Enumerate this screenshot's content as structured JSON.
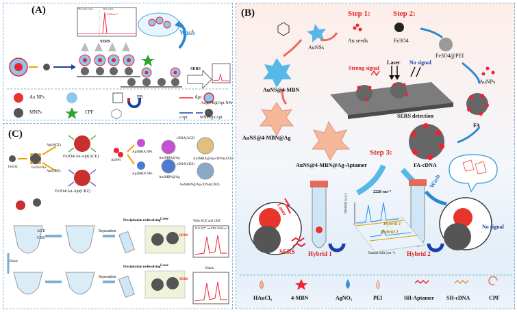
{
  "panels": {
    "a": {
      "label": "(A)",
      "spectrum_region_labels": [
        "Fingerprint region",
        "Silent region"
      ],
      "spectrum_peak": "2160cm⁻¹",
      "sers_1": "SERS",
      "sers_2": "SERS",
      "wash": "Wash",
      "legend": [
        "Au NPs",
        "PB",
        "Apt",
        "Au@PB@Apt NPs",
        "MNPs",
        "CPF",
        "cApt",
        "MNPs@cApt"
      ]
    },
    "b": {
      "label": "(B)",
      "step1": "Step 1:",
      "step2": "Step 2:",
      "step3": "Step 3:",
      "au_seeds": "Au seeds",
      "fe3o4": "Fe3O4",
      "fe3o4_pei": "Fe3O4@PEI",
      "auns": "AuNSs",
      "aunps": "AuNPs",
      "auns_mbn": "AuNS@4-MBN",
      "strong_signal": "Strong signal",
      "laser": "Laser",
      "no_signal": "No signal",
      "sers_detection": "SERS detection",
      "fa": "FA",
      "auns_mbn_ag": "AuNS@4-MBN@Ag",
      "aptamer_probe": "AuNS@4-MBN@Ag-Aptamer",
      "fa_cdna": "FA-cDNA",
      "peak": "2228 cm⁻¹",
      "hybrid1": "Hybrid 1",
      "hybrid2": "Hybrid 2",
      "raman_axis": "Raman shift (cm⁻¹)",
      "intensity_axis": "Intensity (a.u.)",
      "laser2": "Laser",
      "sers": "SERS",
      "wash": "Wash",
      "no_signal2": "No signal",
      "legend": [
        "HAuCl₄",
        "4-MBN",
        "AgNO₃",
        "PEI",
        "SH-Aptamer",
        "SH-cDNA",
        "CPF"
      ]
    },
    "c": {
      "label": "(C)",
      "fe3o4": "Fe3O4",
      "fe3o4_au": "Fe3O4/Au",
      "apt_ace": "Apt(ACE)",
      "apt_cbz": "Apt(CBZ)",
      "fe3o4_apt_ace": "Fe3O4/Au-Apt(ACE)",
      "fe3o4_apt_cbz": "Fe3O4/Au-Apt(CBZ)",
      "aunps": "AuNPs",
      "ag_mba": "Ag4MBA NPs",
      "ag_mbn": "Ag4MBN NPs",
      "au_mba_ag": "Au4MBA@Ag",
      "au_mbn_ag": "Au4MBN@Ag",
      "cdna_ace": "cDNA(ACE)",
      "cdna_cbz": "cDNA(CBZ)",
      "au_mba_cdna": "Au4MBA@Ag-cDNA(ACE)",
      "au_mbn_cdna": "Au4MBN@Ag-cDNA(CBZ)",
      "ace": "ACE",
      "cbz": "CBZ",
      "separation1": "Separation",
      "separation2": "Separation",
      "blank_arrow": "Blank",
      "precip1": "Precipitation redissolving",
      "precip2": "Precipitation redissolving",
      "laser1": "Laser",
      "laser2": "Laser",
      "sers1": "SERS",
      "sers2": "SERS",
      "with_title": "With ACE and CBZ",
      "peak_ace": "ACE 2077 cm⁻¹",
      "peak_cbz": "CBZ 2228 cm⁻¹",
      "blank_title": "Blank"
    }
  },
  "colors": {
    "au": "#e8352b",
    "mnp": "#555555",
    "border": "#7fb1d8",
    "star": "#4aa6d8",
    "red_text": "#e0201c",
    "blue_text": "#1a3ea8"
  }
}
